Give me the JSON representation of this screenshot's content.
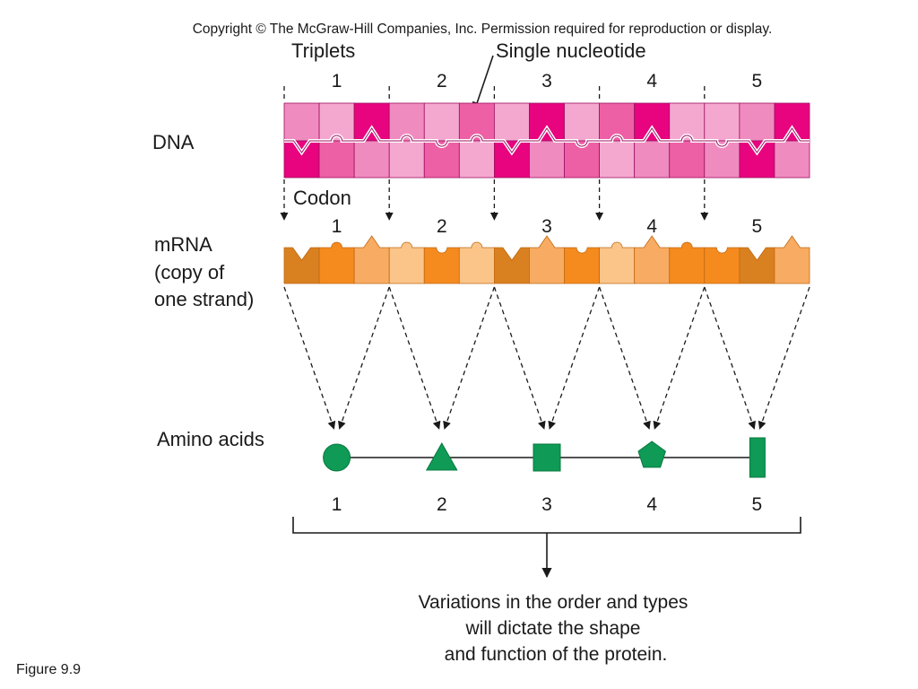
{
  "copyright": "Copyright © The McGraw-Hill Companies, Inc. Permission required for reproduction or display.",
  "labels": {
    "triplets": "Triplets",
    "single_nucleotide": "Single nucleotide",
    "dna": "DNA",
    "codon": "Codon",
    "mrna_lines": [
      "mRNA",
      "(copy of",
      "one strand)"
    ],
    "amino_acids": "Amino acids"
  },
  "triplet_numbers": [
    "1",
    "2",
    "3",
    "4",
    "5"
  ],
  "codon_numbers": [
    "1",
    "2",
    "3",
    "4",
    "5"
  ],
  "amino_numbers": [
    "1",
    "2",
    "3",
    "4",
    "5"
  ],
  "amino_shapes": [
    "circle",
    "triangle",
    "square",
    "pentagon",
    "rectangle"
  ],
  "caption_lines": [
    "Variations in the order and types",
    "will dictate the shape",
    "and function of the protein."
  ],
  "figure_label": "Figure 9.9",
  "colors": {
    "dna_top": [
      "#f08bbf",
      "#f5a8cf",
      "#e8037f",
      "#f08bbf",
      "#f5a8cf",
      "#ee60a5",
      "#f5a8cf",
      "#e8037f",
      "#f5a8cf",
      "#ee60a5",
      "#e8037f",
      "#f5a8cf",
      "#f5a8cf",
      "#f08bbf",
      "#e8037f"
    ],
    "dna_bottom": [
      "#e8037f",
      "#ee60a5",
      "#f08bbf",
      "#f5a8cf",
      "#ee60a5",
      "#f5a8cf",
      "#e8037f",
      "#f08bbf",
      "#ee60a5",
      "#f5a8cf",
      "#f08bbf",
      "#ee60a5",
      "#f08bbf",
      "#e8037f",
      "#f08bbf"
    ],
    "mrna": [
      "#d98020",
      "#f58a1f",
      "#f8ab62",
      "#fbc58a",
      "#f58a1f",
      "#fbc58a",
      "#d98020",
      "#f8ab62",
      "#f58a1f",
      "#fbc58a",
      "#f8ab62",
      "#f58a1f",
      "#f58a1f",
      "#d98020",
      "#f8ab62"
    ],
    "amino": "#0f9a55"
  }
}
